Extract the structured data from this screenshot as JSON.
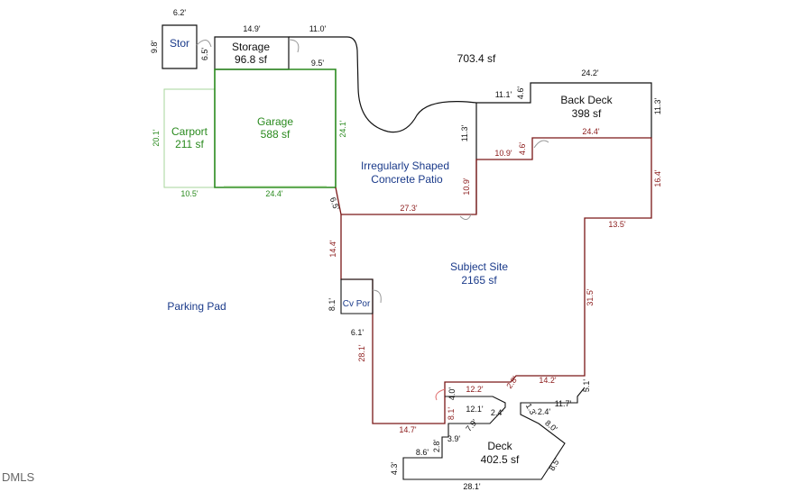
{
  "colors": {
    "outline": "#111111",
    "subject_boundary": "#7a1717",
    "garage": "#2a8a1e",
    "carport": "#a7d49b",
    "label_blue": "#1a3a8a",
    "door": "#999999"
  },
  "rooms": {
    "stor": "Stor",
    "storage_name": "Storage",
    "storage_area": "96.8 sf",
    "carport_name": "Carport",
    "carport_area": "211 sf",
    "garage_name": "Garage",
    "garage_area": "588 sf",
    "back_deck_name": "Back Deck",
    "back_deck_area": "398 sf",
    "patio_line1": "Irregularly Shaped",
    "patio_line2": "Concrete Patio",
    "patio_area": "703.4 sf",
    "subject_name": "Subject Site",
    "subject_area": "2165 sf",
    "parking_pad": "Parking Pad",
    "cv_por": "Cv Por",
    "deck_name": "Deck",
    "deck_area": "402.5 sf"
  },
  "dims": {
    "stor_top": "6.2'",
    "stor_left": "9.8'",
    "stor_right": "6.5'",
    "storage_top": "14.9'",
    "storage_bottom": "9.5'",
    "patio_top": "11.0'",
    "carport_left": "20.1'",
    "carport_bottom": "10.5'",
    "garage_bottom": "24.4'",
    "garage_right": "24.1'",
    "back_deck_top": "24.2'",
    "back_deck_left_top": "11.1'",
    "back_deck_step": "4.6'",
    "back_deck_right": "11.3'",
    "patio_right_upper": "11.3'",
    "back_deck_bottom": "24.4'",
    "subject_step_v": "4.6'",
    "subject_step_h": "10.9'",
    "subject_inner_v": "10.9'",
    "subject_right_upper": "16.4'",
    "subject_right_step": "13.5'",
    "subject_right_long": "31.5'",
    "subject_top": "27.3'",
    "subject_corner": "6.5'",
    "subject_left": "14.4'",
    "cv_por_left": "8.1'",
    "cv_por_bottom": "6.1'",
    "subject_left_lower": "28.1'",
    "subject_bottom": "14.7'",
    "subject_notch_v": "8.1'",
    "subject_notch_h": "12.2'",
    "subject_diag": "2.8'",
    "subject_lower_h": "14.2'",
    "deck_step_v": "4.0'",
    "deck_right_v": "5.1'",
    "deck_a": "12.1'",
    "deck_b": "2.4'",
    "deck_c": "7.9'",
    "deck_d": "3.9'",
    "deck_e": "2.8'",
    "deck_f": "8.6'",
    "deck_g": "4.3'",
    "deck_h": "28.1'",
    "deck_i": "8.5'",
    "deck_j": "8.0'",
    "deck_k": "2.4'",
    "deck_l": "1.3'",
    "deck_m": "11.7'"
  },
  "watermark": "DMLS"
}
